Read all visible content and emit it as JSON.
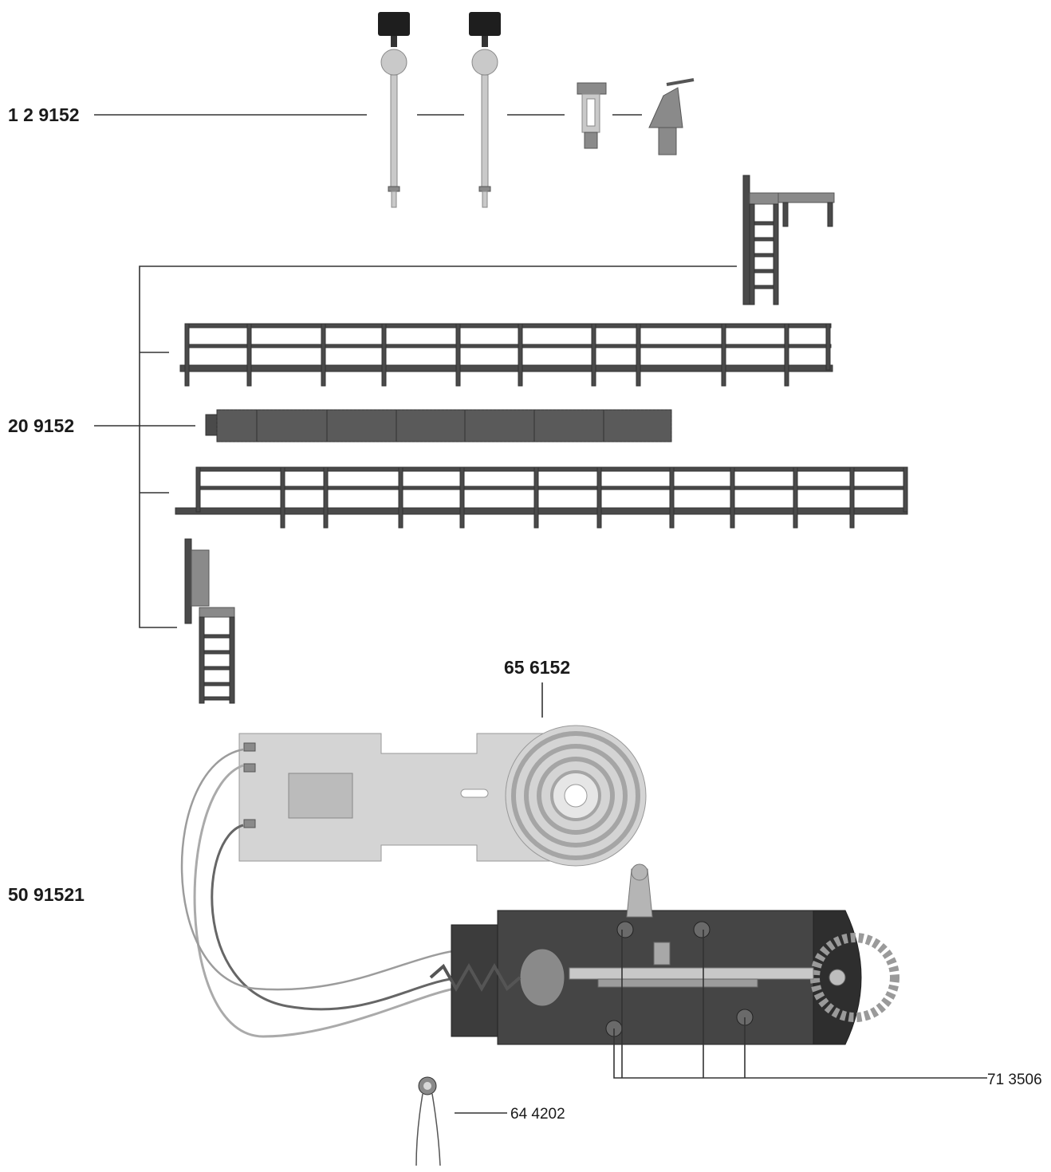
{
  "labels": {
    "signals_set": "1 2 9152",
    "platform_set": "20 9152",
    "circuit_board": "65 6152",
    "drive_unit": "50 91521",
    "screws": "71 3506",
    "lamp": "64 4202"
  }
}
